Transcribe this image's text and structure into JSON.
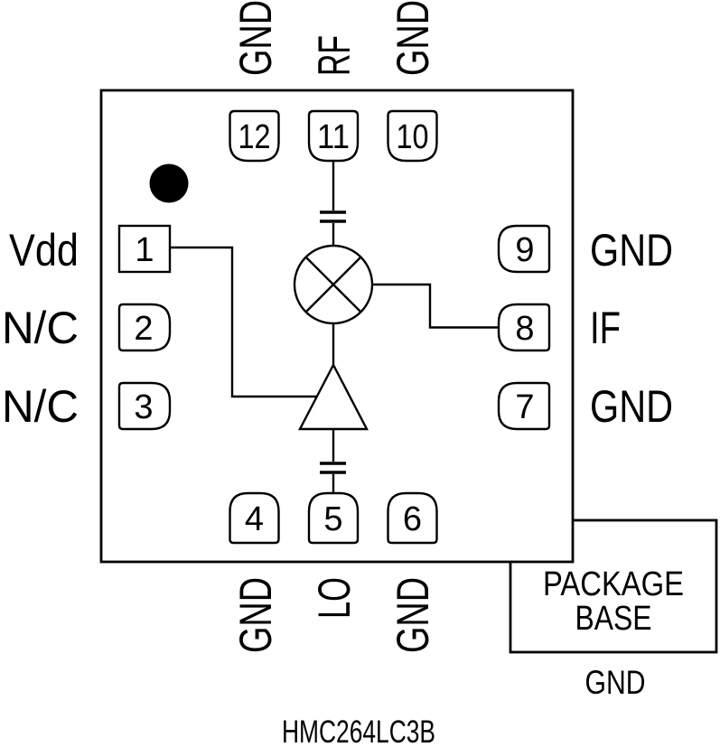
{
  "part_number": "HMC264LC3B",
  "pins": [
    {
      "number": "1",
      "label": "Vdd",
      "side": "left"
    },
    {
      "number": "2",
      "label": "N/C",
      "side": "left"
    },
    {
      "number": "3",
      "label": "N/C",
      "side": "left"
    },
    {
      "number": "4",
      "label": "GND",
      "side": "bottom"
    },
    {
      "number": "5",
      "label": "LO",
      "side": "bottom"
    },
    {
      "number": "6",
      "label": "GND",
      "side": "bottom"
    },
    {
      "number": "7",
      "label": "GND",
      "side": "right"
    },
    {
      "number": "8",
      "label": "IF",
      "side": "right"
    },
    {
      "number": "9",
      "label": "GND",
      "side": "right"
    },
    {
      "number": "10",
      "label": "GND",
      "side": "top"
    },
    {
      "number": "11",
      "label": "RF",
      "side": "top"
    },
    {
      "number": "12",
      "label": "GND",
      "side": "top"
    }
  ],
  "package_base": {
    "label_line1": "PACKAGE",
    "label_line2": "BASE",
    "ground_label": "GND"
  },
  "symbols": {
    "mixer": "mixer-icon",
    "amplifier": "amplifier-icon",
    "rf_coupling_capacitor": "capacitor-icon",
    "lo_coupling_capacitor": "capacitor-icon",
    "pin1_marker": "pin1-marker-dot"
  },
  "colors": {
    "line": "#000000",
    "background": "#ffffff",
    "pin1_marker": "#000000"
  }
}
